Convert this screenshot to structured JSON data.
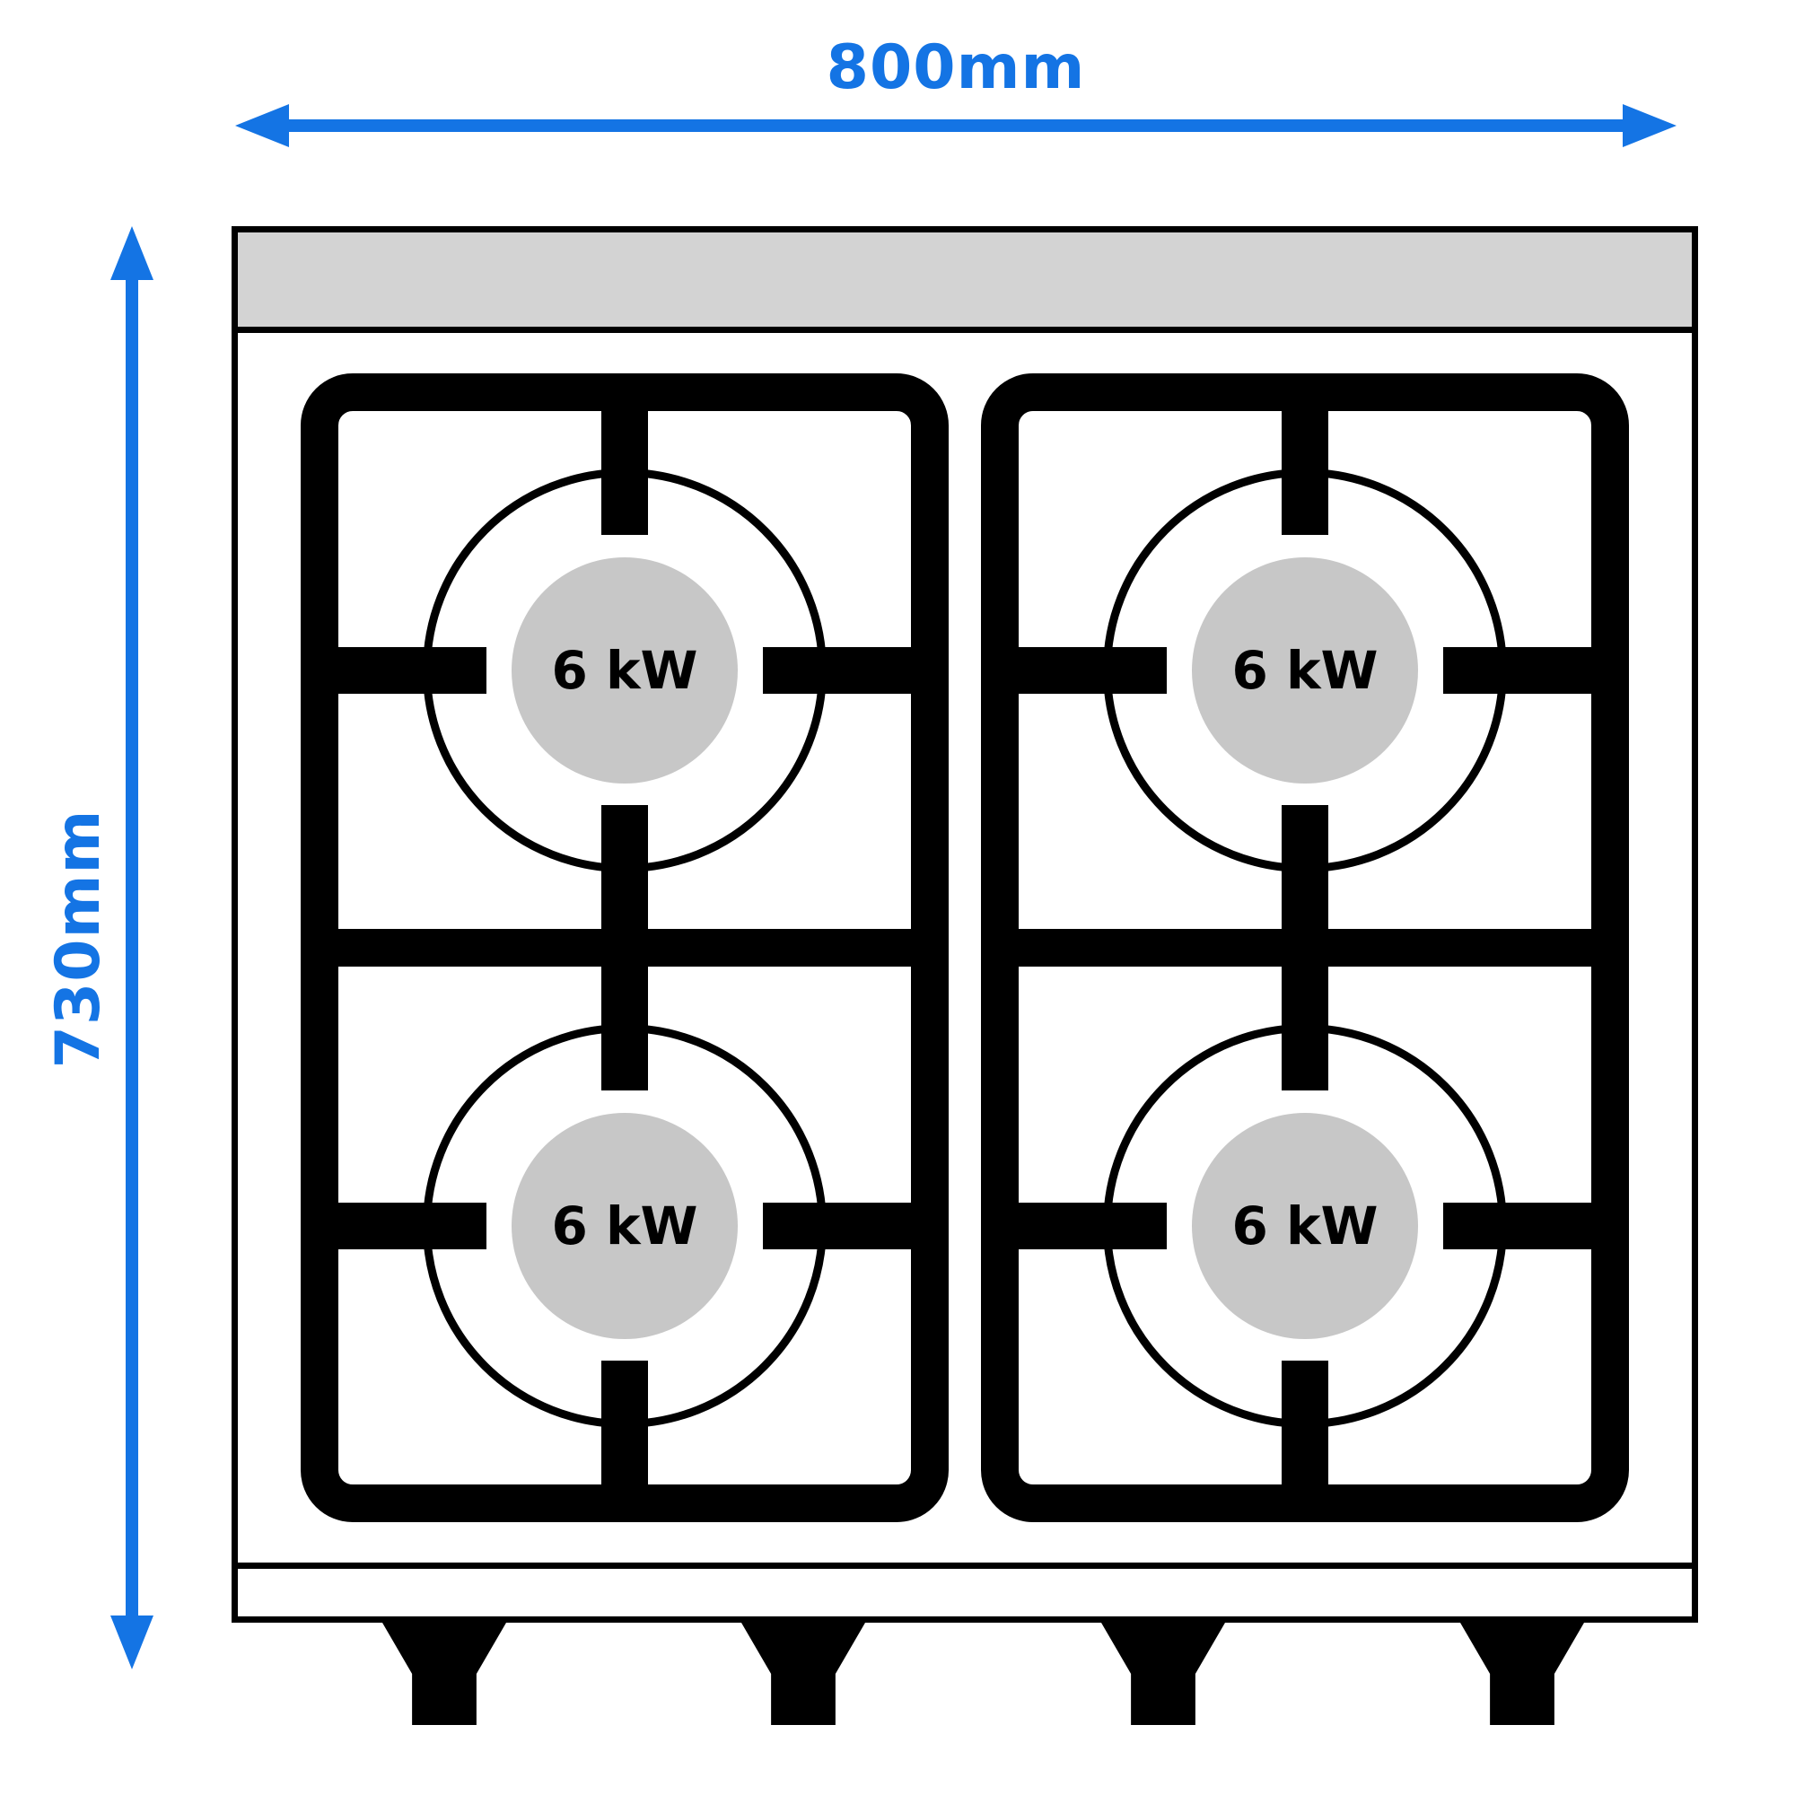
{
  "diagram": {
    "dimensions": {
      "width": "800mm",
      "height": "730mm"
    },
    "burners": [
      {
        "position": "top-left",
        "power": "6 kW"
      },
      {
        "position": "bottom-left",
        "power": "6 kW"
      },
      {
        "position": "top-right",
        "power": "6 kW"
      },
      {
        "position": "bottom-right",
        "power": "6 kW"
      }
    ],
    "colors": {
      "dimension_accent": "#1474e4",
      "back_panel_gray": "#d3d3d3",
      "burner_center_gray": "#c7c7c7",
      "line_black": "#000000",
      "background": "#ffffff"
    }
  }
}
